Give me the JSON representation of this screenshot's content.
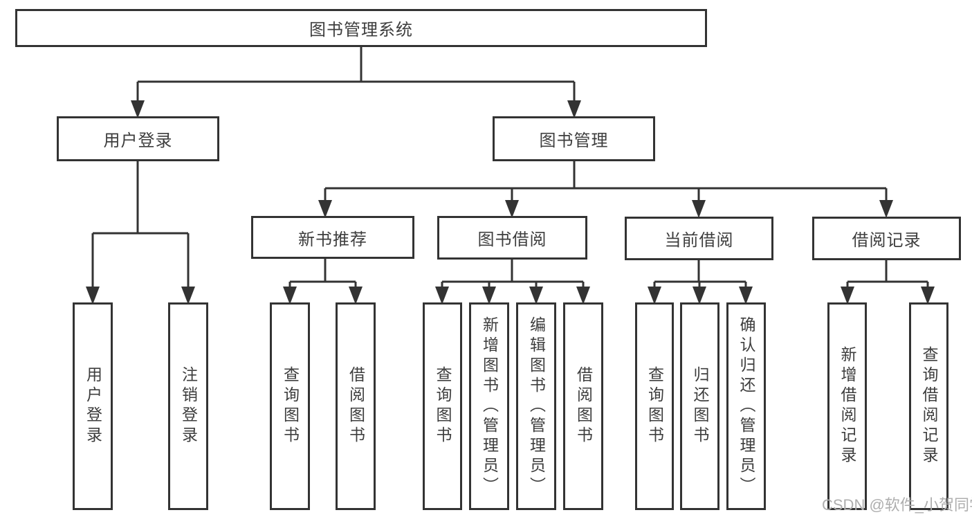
{
  "diagram": {
    "type": "hierarchy-tree",
    "watermark": "CSDN @软件_小贺同学",
    "colors": {
      "background": "#ffffff",
      "line": "#333333",
      "box_border": "#333333",
      "text": "#3d3d3d",
      "watermark": "#aeaeae"
    },
    "root": {
      "label": "图书管理系统"
    },
    "user_login": {
      "label": "用户登录",
      "children": [
        {
          "label": "用户登录"
        },
        {
          "label": "注销登录"
        }
      ]
    },
    "book_management": {
      "label": "图书管理",
      "sections": [
        {
          "label": "新书推荐",
          "children": [
            {
              "label": "查询图书"
            },
            {
              "label": "借阅图书"
            }
          ]
        },
        {
          "label": "图书借阅",
          "children": [
            {
              "label": "查询图书"
            },
            {
              "label": "新增图书（管理员）"
            },
            {
              "label": "编辑图书（管理员）"
            },
            {
              "label": "借阅图书"
            }
          ]
        },
        {
          "label": "当前借阅",
          "children": [
            {
              "label": "查询图书"
            },
            {
              "label": "归还图书"
            },
            {
              "label": "确认归还（管理员）"
            }
          ]
        },
        {
          "label": "借阅记录",
          "children": [
            {
              "label": "新增借阅记录"
            },
            {
              "label": "查询借阅记录"
            }
          ]
        }
      ]
    }
  }
}
